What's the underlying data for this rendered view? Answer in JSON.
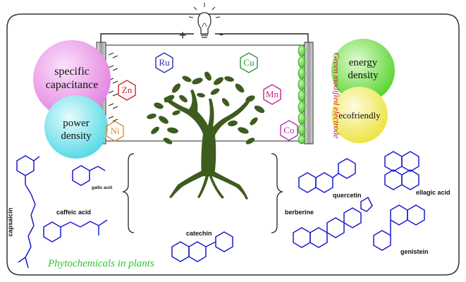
{
  "battery": {
    "plus": "+",
    "minus": "-",
    "electrode_label": "Green modified electrode"
  },
  "properties": {
    "specific_capacitance": "specific capacitance",
    "power_density": "power density",
    "energy_density": "energy density",
    "ecofriendly": "ecofriendly"
  },
  "metals": [
    "Ru",
    "Cu",
    "Zn",
    "Mn",
    "Ni",
    "Co"
  ],
  "compounds": {
    "capsaicin": "capsaicin",
    "gallic_acid": "gallic acid",
    "caffeic_acid": "caffeic acid",
    "catechin": "catechin",
    "quercetin": "quercetin",
    "berberine": "berberine",
    "ellagic_acid": "ellagic acid",
    "genistein": "genistein"
  },
  "footer": "Phytochemicals in plants",
  "colors": {
    "border": "#333333",
    "molecule": "#1a1acc",
    "pink": "#e89ae6",
    "cyan": "#7fe7ee",
    "green": "#7ee34a",
    "yellow": "#f3ec55",
    "tree": "#3d5c1e",
    "footer": "#2ec22e",
    "electrode": "#c22020"
  }
}
